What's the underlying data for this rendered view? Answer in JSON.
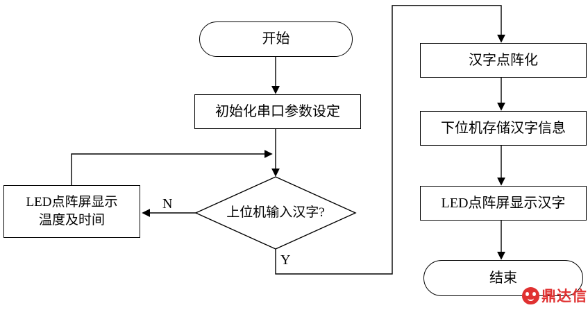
{
  "flowchart": {
    "nodes": {
      "start": "开始",
      "init": "初始化串口参数设定",
      "decision": "上位机输入汉字?",
      "led_temp": {
        "line1": "LED点阵屏显示",
        "line2": "温度及时间"
      },
      "dotmatrix": "汉字点阵化",
      "store": "下位机存储汉字信息",
      "display": "LED点阵屏显示汉字",
      "end": "结束"
    },
    "edge_labels": {
      "no": "N",
      "yes": "Y"
    }
  },
  "watermark": {
    "text": "鼎达信"
  },
  "colors": {
    "line": "#000000",
    "node_fill": "#ffffff",
    "watermark_red": "#e03131"
  }
}
